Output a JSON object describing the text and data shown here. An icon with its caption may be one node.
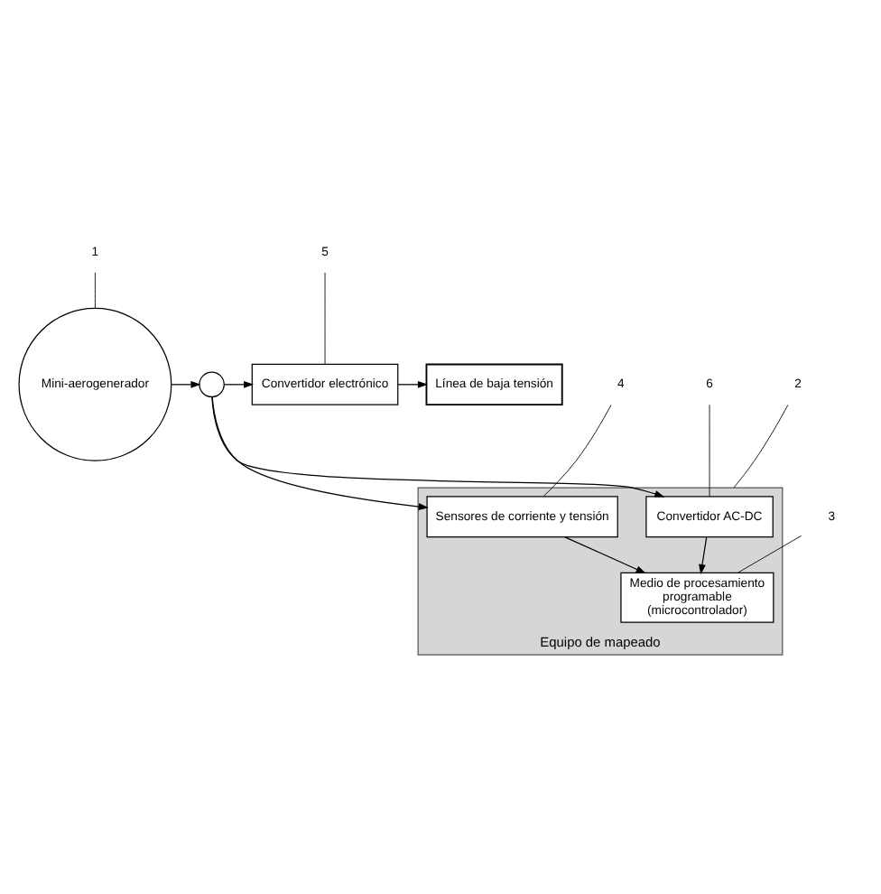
{
  "diagram": {
    "nodes": [
      {
        "text": [
          "Mini-aerogenerador"
        ]
      },
      {
        "text": [],
        "shape": "circle"
      },
      {
        "text": [
          "Convertidor electrónico"
        ]
      },
      {
        "text": [
          "Línea de baja tensión"
        ]
      },
      {
        "text": [
          "Equipo de mapeado"
        ]
      },
      {
        "text": [
          "Convertidor AC-DC"
        ],
        "in": 4
      },
      {
        "text": [
          "Sensores de corriente y tensión"
        ],
        "in": 4
      },
      {
        "text": [
          "Medio de procesamiento programable (microcontrolador)"
        ],
        "in": 4
      },
      {
        "text": [
          "1"
        ]
      },
      {
        "text": [
          "5"
        ]
      },
      {
        "text": [
          "6"
        ]
      },
      {
        "text": [
          "4"
        ]
      },
      {
        "text": [
          "2"
        ]
      },
      {
        "text": [
          "3"
        ]
      }
    ],
    "edges": [
      {
        "from": 0,
        "to": 1,
        "arrow": "to"
      },
      {
        "from": 1,
        "to": 2,
        "arrow": "to"
      },
      {
        "from": 2,
        "to": 3,
        "arrow": "to"
      },
      {
        "from": 1,
        "to": 5,
        "arrow": "to"
      },
      {
        "from": 1,
        "to": 6,
        "arrow": "to"
      },
      {
        "from": 6,
        "to": 7,
        "arrow": "to"
      },
      {
        "from": 5,
        "to": 7,
        "arrow": "to"
      },
      {
        "from": 8,
        "to": 0,
        "arrow": "none"
      },
      {
        "from": 9,
        "to": 2,
        "arrow": "none"
      },
      {
        "from": 10,
        "to": 5,
        "arrow": "none"
      },
      {
        "from": 11,
        "to": 6,
        "arrow": "none"
      },
      {
        "from": 12,
        "to": 4,
        "arrow": "none"
      },
      {
        "from": 13,
        "to": 7,
        "arrow": "none"
      }
    ]
  }
}
